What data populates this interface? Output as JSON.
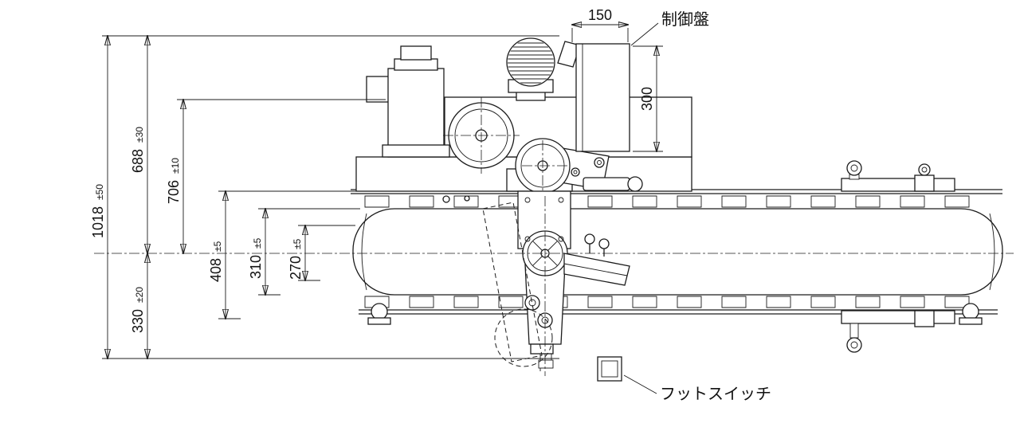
{
  "drawing": {
    "labels": {
      "control_panel": "制御盤",
      "foot_switch": "フットスイッチ"
    },
    "dimensions": {
      "panel_width": "150",
      "panel_height": "300",
      "overall_height": {
        "value": "1018",
        "tolerance": "±50"
      },
      "upper_height": {
        "value": "688",
        "tolerance": "±30"
      },
      "head_height": {
        "value": "706",
        "tolerance": "±10"
      },
      "dim_408": {
        "value": "408",
        "tolerance": "±5"
      },
      "dim_310": {
        "value": "310",
        "tolerance": "±5"
      },
      "dim_270": {
        "value": "270",
        "tolerance": "±5"
      },
      "lower_height": {
        "value": "330",
        "tolerance": "±20"
      }
    },
    "colors": {
      "line": "#1c1c1c",
      "background": "#ffffff"
    }
  }
}
